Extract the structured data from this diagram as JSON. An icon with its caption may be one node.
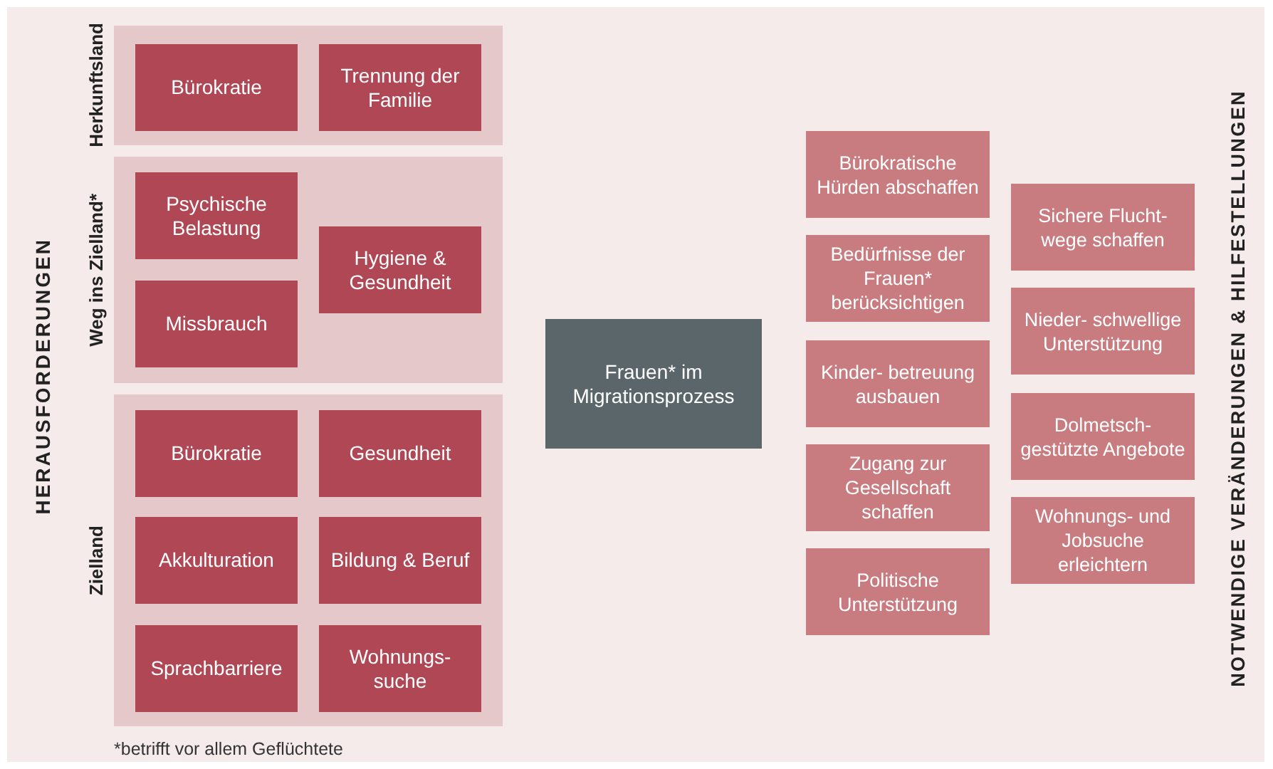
{
  "diagram": {
    "nodes": [
      {
        "text": [
          "Herkunftsland"
        ]
      },
      {
        "text": [
          "Bürokratie"
        ],
        "in": 0
      },
      {
        "text": [
          "Trennung der Familie"
        ],
        "in": 0
      },
      {
        "text": [
          "Weg ins Zielland*"
        ]
      },
      {
        "text": [
          "Psychische Belastung"
        ],
        "in": 3
      },
      {
        "text": [
          "Missbrauch"
        ],
        "in": 3
      },
      {
        "text": [
          "Hygiene & Gesundheit"
        ],
        "in": 3
      },
      {
        "text": [
          "Zielland"
        ]
      },
      {
        "text": [
          "Bürokratie"
        ],
        "in": 7
      },
      {
        "text": [
          "Gesundheit"
        ],
        "in": 7
      },
      {
        "text": [
          "Akkulturation"
        ],
        "in": 7
      },
      {
        "text": [
          "Bildung & Beruf"
        ],
        "in": 7
      },
      {
        "text": [
          "Sprachbarriere"
        ],
        "in": 7
      },
      {
        "text": [
          "Wohnungs- suche"
        ],
        "in": 7
      },
      {
        "text": [
          "Frauen* im Migrationsprozess"
        ]
      },
      {
        "text": [
          "Bürokratische Hürden abschaffen"
        ]
      },
      {
        "text": [
          "Bedürfnisse der Frauen* berücksichtigen"
        ]
      },
      {
        "text": [
          "Kinder- betreuung ausbauen"
        ]
      },
      {
        "text": [
          "Zugang zur Gesellschaft schaffen"
        ]
      },
      {
        "text": [
          "Politische Unterstützung"
        ]
      },
      {
        "text": [
          "Sichere Flucht- wege schaffen"
        ]
      },
      {
        "text": [
          "Nieder- schwellige Unterstützung"
        ]
      },
      {
        "text": [
          "Dolmetsch- gestützte Angebote"
        ]
      },
      {
        "text": [
          "Wohnungs- und Jobsuche erleichtern"
        ]
      }
    ],
    "labels": [
      "HERAUSFORDERUNGEN",
      "NOTWENDIGE VERÄNDERUNGEN & HILFESTELLUNGEN",
      "*betrifft vor allem Geflüchtete"
    ]
  }
}
